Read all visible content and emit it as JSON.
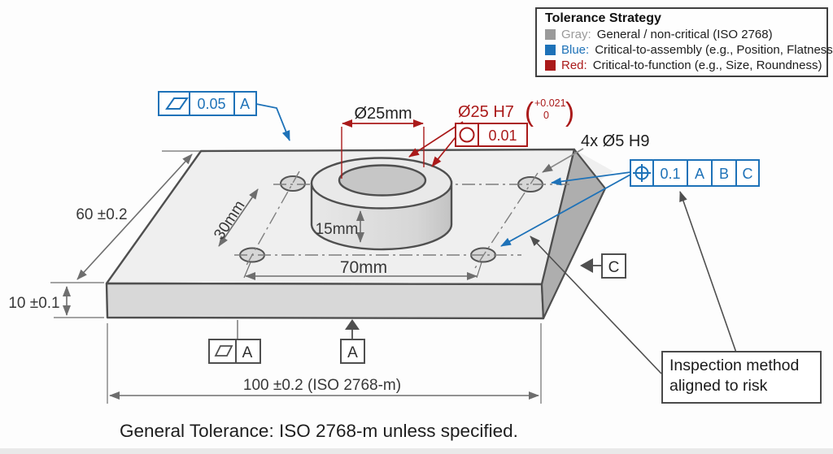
{
  "legend": {
    "title": "Tolerance Strategy",
    "items": [
      {
        "name": "Gray",
        "label": "Gray:",
        "desc": "General / non-critical (ISO 2768)",
        "color": "#9a9a9a"
      },
      {
        "name": "Blue",
        "label": "Blue:",
        "desc": "Critical-to-assembly (e.g., Position, Flatness)",
        "color": "#1e72b8"
      },
      {
        "name": "Red",
        "label": "Red:",
        "desc": "Critical-to-function (e.g., Size, Roundness)",
        "color": "#aa1a1a"
      }
    ]
  },
  "dimensions": {
    "boss_outer_diameter": "Ø25mm",
    "bore_callout": "Ø25 H7",
    "bore_paren_open": "(",
    "bore_tol_upper": "+0.021",
    "bore_tol_lower": "0",
    "bore_paren_close": ")",
    "holes_callout": "4x Ø5 H9",
    "plate_width": "60 ±0.2",
    "hole_pitch_width": "30mm",
    "boss_height": "15mm",
    "hole_pitch_length": "70mm",
    "plate_thickness": "10 ±0.1",
    "plate_length": "100 ±0.2 (ISO 2768-m)"
  },
  "fcf": {
    "flatness": {
      "tolerance": "0.05",
      "datum": "A"
    },
    "roundness": {
      "tolerance": "0.01"
    },
    "position": {
      "tolerance": "0.1",
      "datums": [
        "A",
        "B",
        "C"
      ]
    }
  },
  "datums": {
    "primary": "A",
    "flatness_frame": "A",
    "side": "C"
  },
  "notes": {
    "inspection_line1": "Inspection method",
    "inspection_line2": "aligned to risk",
    "general_tolerance": "General Tolerance: ISO 2768-m unless specified."
  },
  "colors": {
    "blue": "#1e72b8",
    "red": "#aa1a1a",
    "legend_gray": "#9a9a9a",
    "line_gray": "#6e6e6e"
  }
}
